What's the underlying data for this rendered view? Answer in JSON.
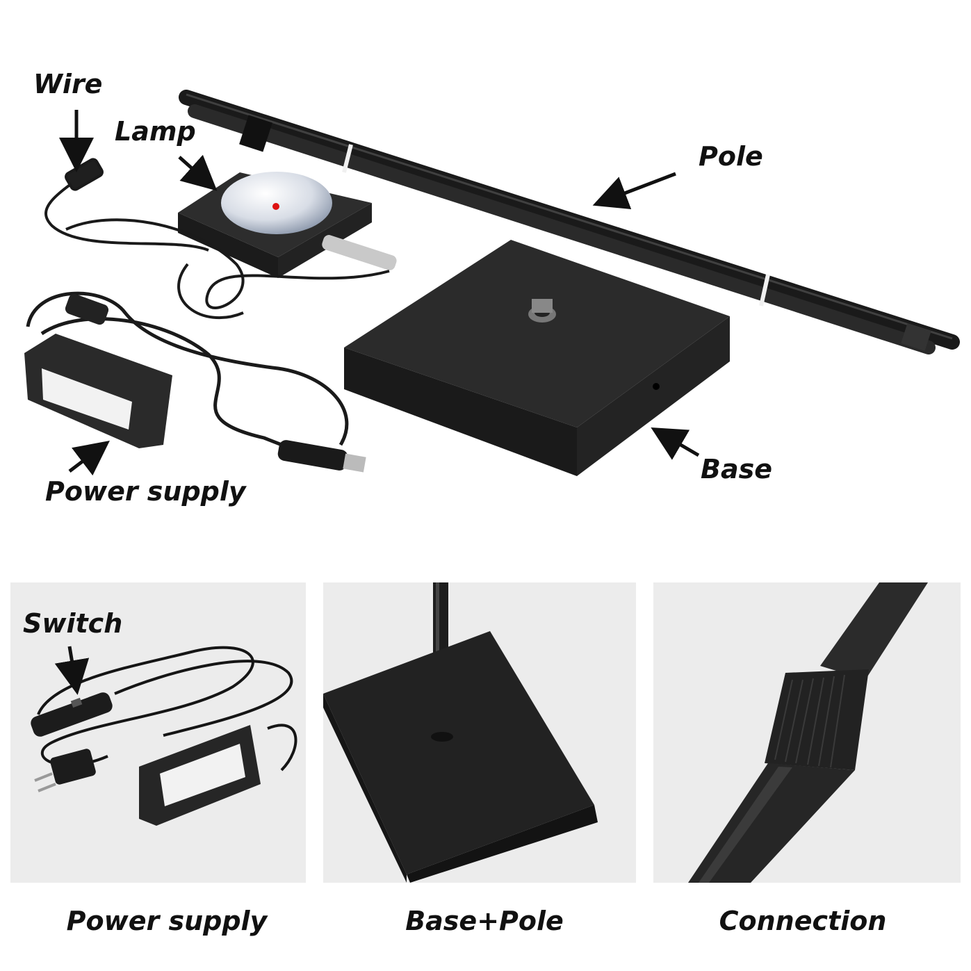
{
  "main_labels": {
    "wire": "Wire",
    "lamp": "Lamp",
    "pole": "Pole",
    "base": "Base",
    "power_supply": "Power supply"
  },
  "detail_panels": [
    {
      "caption": "Power supply",
      "inner_label": "Switch"
    },
    {
      "caption": "Base+Pole"
    },
    {
      "caption": "Connection"
    }
  ],
  "colors": {
    "product_black": "#1f1f1f",
    "panel_bg": "#ececec",
    "label_text": "#111111"
  }
}
